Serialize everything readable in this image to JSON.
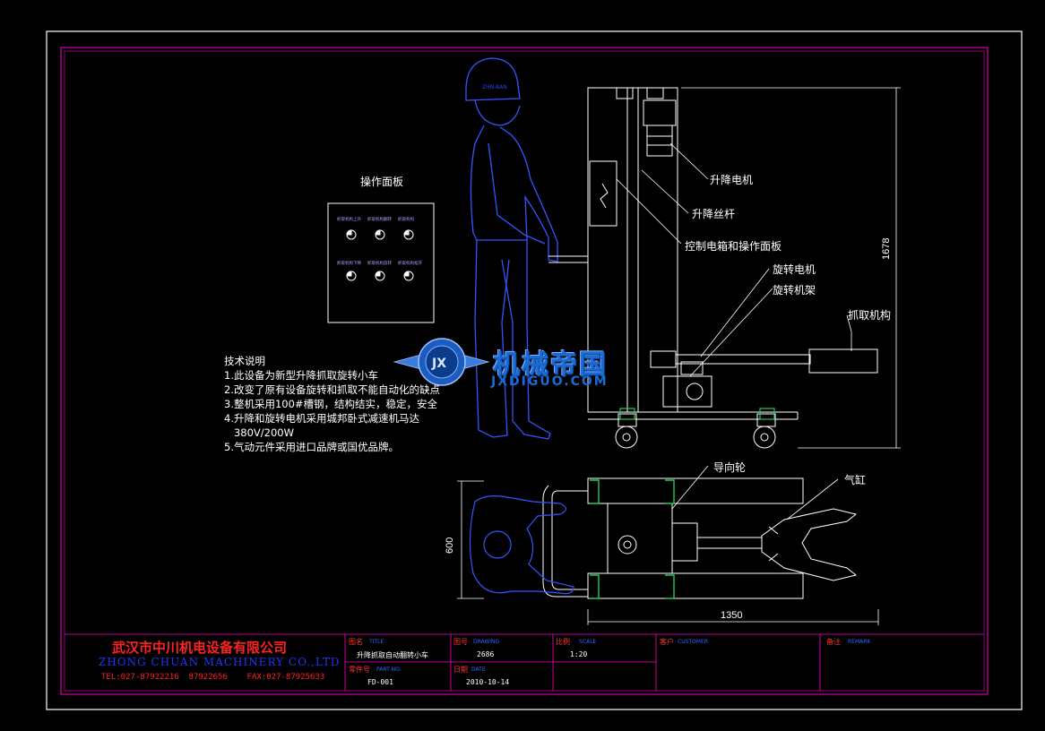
{
  "callouts": {
    "lift_motor": "升降电机",
    "lift_screw": "升降丝杆",
    "control_box": "控制电箱和操作面板",
    "rotary_motor": "旋转电机",
    "rotary_frame": "旋转机架",
    "gripper": "抓取机构",
    "guide_wheel": "导向轮",
    "cylinder": "气缸"
  },
  "panel": {
    "title": "操作面板",
    "buttons_top": [
      "抓取机构上升",
      "抓取机构翻转",
      "抓取机构"
    ],
    "buttons_bottom": [
      "抓取机构下降",
      "抓取机构旋转",
      "抓取机构松开"
    ]
  },
  "helmet_text": "ZHN-BAN",
  "tech_notes": {
    "title": "技术说明",
    "items": [
      "1.此设备为新型升降抓取旋转小车",
      "2.改变了原有设备旋转和抓取不能自动化的缺点",
      "3.整机采用100#槽钢，结构结实，稳定，安全",
      "4.升降和旋转电机采用城邦卧式减速机马达",
      "   380V/200W",
      "5.气动元件采用进口品牌或国优品牌。"
    ]
  },
  "dimensions": {
    "height": "1678",
    "width": "600",
    "length": "1350"
  },
  "watermark": {
    "cn": "机械帝国",
    "en": "JXDIGUO.COM",
    "badge": "JX"
  },
  "title_block": {
    "company_cn": "武汉市中川机电设备有限公司",
    "company_en": "ZHONG CHUAN MACHINERY CO.,LTD",
    "contact": "TEL:027-87922216  87922656    FAX:027-87925633",
    "name_label": "图名",
    "name_sub": "TITLE",
    "name_value": "升降抓取自动翻转小车",
    "drawing_label": "图号",
    "drawing_sub": "DRAWING",
    "drawing_value": "2686",
    "scale_label": "比例",
    "scale_sub": "SCALE",
    "scale_value": "1:20",
    "customer_label": "客户",
    "customer_sub": "CUSTOMER",
    "remark_label": "备注",
    "remark_sub": "REMARK",
    "part_label": "零件号",
    "part_sub": "PART NO.",
    "part_value": "FD-001",
    "date_label": "日期",
    "date_sub": "DATE",
    "date_value": "2010-10-14"
  },
  "colors": {
    "frame": "#ffffff",
    "border": "#ff00cc",
    "outline": "#2255ff",
    "accent_green": "#22cc55",
    "text": "#ffffff",
    "company": "#ff2222"
  }
}
